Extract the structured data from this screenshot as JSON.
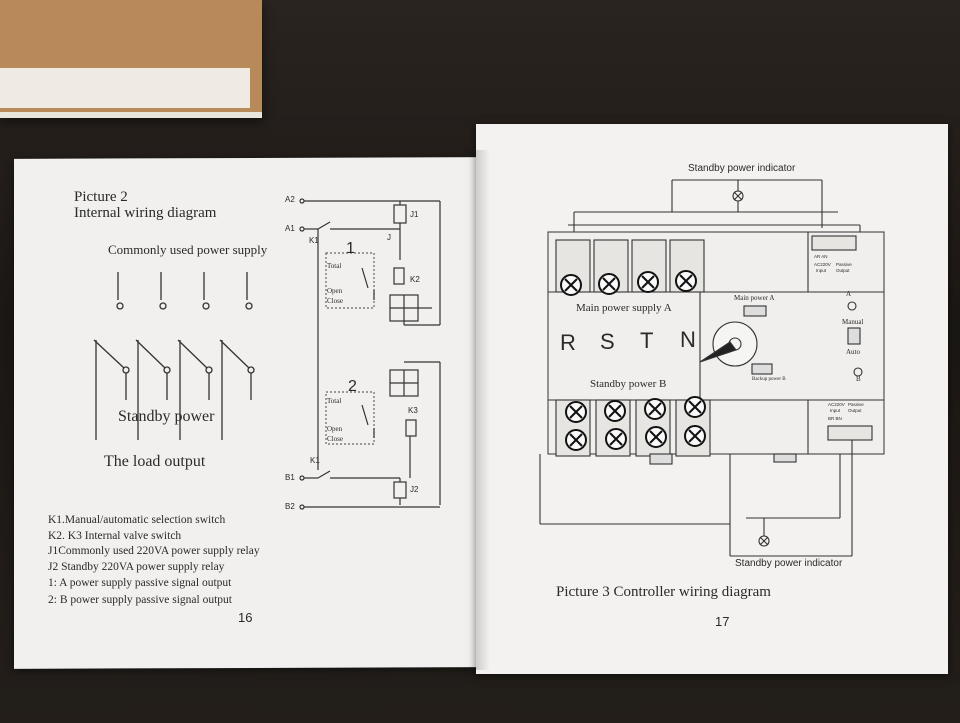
{
  "left_page": {
    "title": "Picture 2",
    "subtitle": "Internal wiring diagram",
    "common_supply": "Commonly used power supply",
    "standby_power": "Standby power",
    "load_output": "The load output",
    "terminals": {
      "a2": "A2",
      "a1": "A1",
      "k1_top": "K1",
      "k1_bottom": "K1",
      "b1": "B1",
      "b2": "B2",
      "j1": "J1",
      "j2": "J2",
      "j": "J",
      "k2": "K2",
      "k3": "K3"
    },
    "controller1": {
      "number": "1",
      "total": "Total",
      "open": "Open",
      "close": "Close"
    },
    "controller2": {
      "number": "2",
      "total": "Total",
      "open": "Open",
      "close": "Close"
    },
    "legend": [
      "K1.Manual/automatic selection switch",
      "K2. K3 Internal valve switch",
      "J1Commonly used 220VA power supply relay",
      "J2 Standby 220VA power supply relay",
      "1: A power supply passive signal output",
      "2: B power supply passive signal output"
    ],
    "page_number": "16"
  },
  "right_page": {
    "standby_indicator_top": "Standby power indicator",
    "standby_indicator_bottom": "Standby power indicator",
    "main_supply": "Main power supply A",
    "standby_supply": "Standby power B",
    "phases": [
      "R",
      "S",
      "T",
      "N"
    ],
    "main_power_a": "Main power A",
    "backup_power_b": "Backup power B",
    "manual": "Manual",
    "auto": "Auto",
    "a_label": "A",
    "b_label": "B",
    "top_block_labels": {
      "ar_an": "AR AN",
      "ac220v": "AC220V",
      "input": "Input",
      "passive": "Passive",
      "output": "Output"
    },
    "bottom_block_labels": {
      "ac220v": "AC220V",
      "input": "Input",
      "br_bn": "BR BN",
      "passive": "Passive",
      "output": "Output"
    },
    "caption": "Picture 3 Controller wiring diagram",
    "page_number": "17"
  }
}
